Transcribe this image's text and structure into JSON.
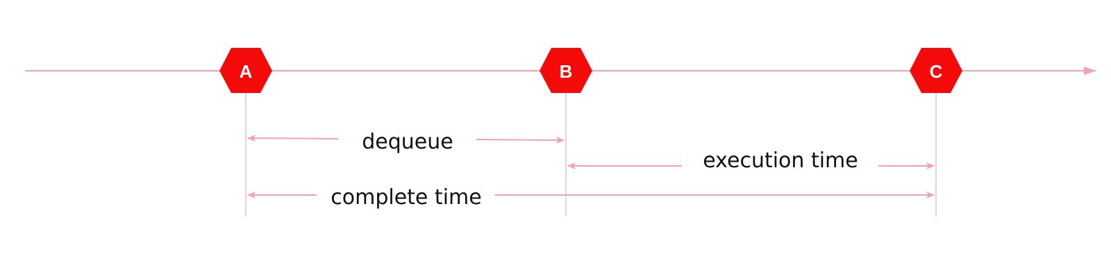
{
  "colors": {
    "timeline": "#f7a1ae",
    "marker_fill": "#f50a0a",
    "marker_text": "#ffffff",
    "guide_line": "#cccccc",
    "interval_arrow": "#f7a1ae",
    "label_text": "#111111"
  },
  "markers": [
    {
      "id": "a",
      "label": "A"
    },
    {
      "id": "b",
      "label": "B"
    },
    {
      "id": "c",
      "label": "C"
    }
  ],
  "intervals": [
    {
      "id": "dequeue",
      "label": "dequeue",
      "from": "A",
      "to": "B"
    },
    {
      "id": "execution-time",
      "label": "execution time",
      "from": "B",
      "to": "C"
    },
    {
      "id": "complete-time",
      "label": "complete time",
      "from": "A",
      "to": "C"
    }
  ]
}
